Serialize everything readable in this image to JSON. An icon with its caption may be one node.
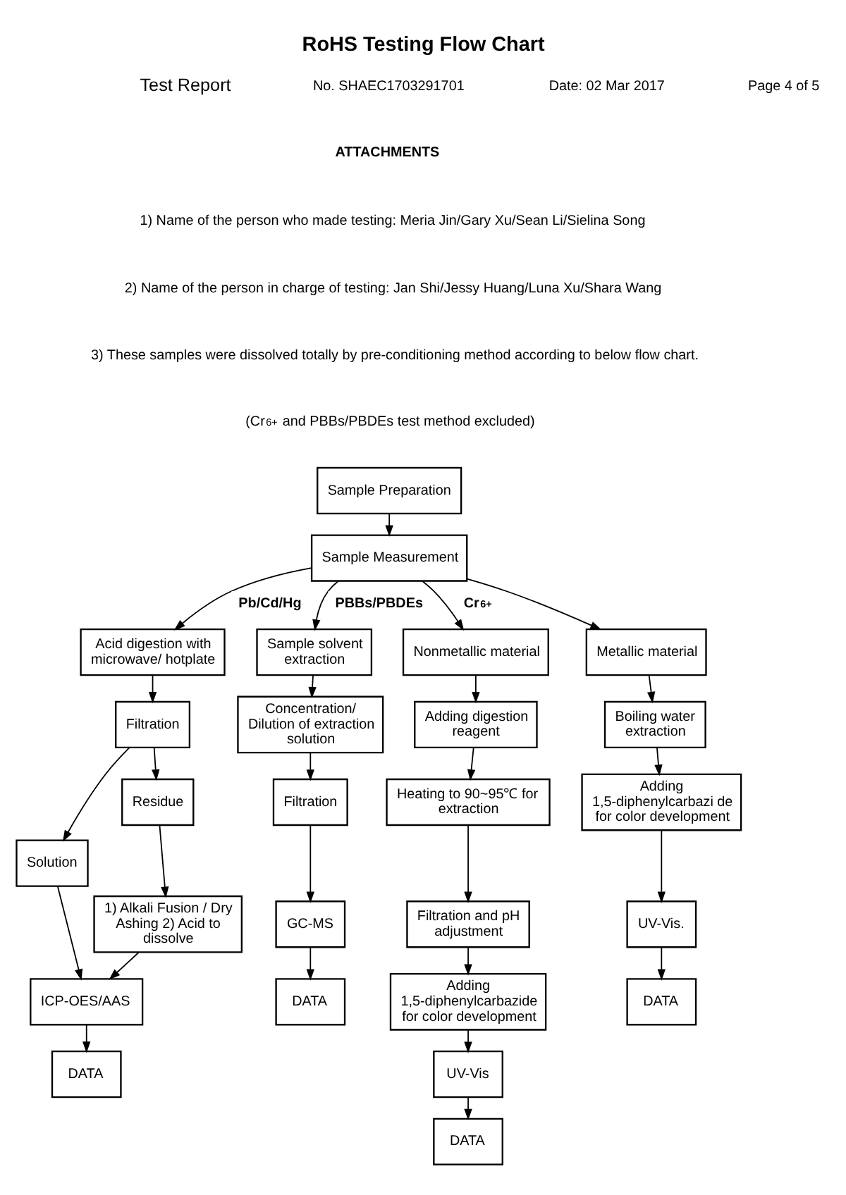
{
  "diagram": {
    "title": "RoHS Testing Flow Chart",
    "nodes": [
      {
        "text": [
          "Sample Preparation"
        ]
      },
      {
        "text": [
          "Sample Measurement"
        ]
      },
      {
        "text": [
          "Acid digestion with microwave/ hotplate"
        ]
      },
      {
        "text": [
          "Filtration"
        ]
      },
      {
        "text": [
          "Solution"
        ]
      },
      {
        "text": [
          "Residue"
        ]
      },
      {
        "text": [
          "1) Alkali Fusion / Dry Ashing 2) Acid to dissolve"
        ]
      },
      {
        "text": [
          "ICP-OES/AAS"
        ]
      },
      {
        "text": [
          "DATA"
        ]
      },
      {
        "text": [
          "Sample solvent extraction"
        ]
      },
      {
        "text": [
          "Concentration/ Dilution of extraction solution"
        ]
      },
      {
        "text": [
          "Filtration"
        ]
      },
      {
        "text": [
          "GC-MS"
        ]
      },
      {
        "text": [
          "DATA"
        ]
      },
      {
        "text": [
          "Nonmetallic material"
        ]
      },
      {
        "text": [
          "Adding digestion reagent"
        ]
      },
      {
        "text": [
          "Heating to 90~95℃ for extraction"
        ]
      },
      {
        "text": [
          "Filtration and pH adjustment"
        ]
      },
      {
        "text": [
          "Adding 1,5-diphenylcarbazide for color development"
        ]
      },
      {
        "text": [
          "UV-Vis"
        ]
      },
      {
        "text": [
          "DATA"
        ]
      },
      {
        "text": [
          "Metallic material"
        ]
      },
      {
        "text": [
          "Boiling water extraction"
        ]
      },
      {
        "text": [
          "Adding 1,5-diphenylcarbazi de for color development"
        ]
      },
      {
        "text": [
          "UV-Vis."
        ]
      },
      {
        "text": [
          "DATA"
        ]
      }
    ],
    "edges": [
      {
        "from": 0,
        "to": 1,
        "arrow": "to"
      },
      {
        "from": 1,
        "to": 2,
        "arrow": "to",
        "label": "Pb/Cd/Hg"
      },
      {
        "from": 1,
        "to": 9,
        "arrow": "to",
        "label": "PBBs/PBDEs"
      },
      {
        "from": 1,
        "to": 14,
        "arrow": "to",
        "label": "Cr$^{6+}$"
      },
      {
        "from": 1,
        "to": 21,
        "arrow": "to"
      },
      {
        "from": 2,
        "to": 3,
        "arrow": "to"
      },
      {
        "from": 3,
        "to": 4,
        "arrow": "to"
      },
      {
        "from": 3,
        "to": 5,
        "arrow": "to"
      },
      {
        "from": 5,
        "to": 6,
        "arrow": "to"
      },
      {
        "from": 4,
        "to": 7,
        "arrow": "to"
      },
      {
        "from": 6,
        "to": 7,
        "arrow": "to"
      },
      {
        "from": 7,
        "to": 8,
        "arrow": "to"
      },
      {
        "from": 9,
        "to": 10,
        "arrow": "to"
      },
      {
        "from": 10,
        "to": 11,
        "arrow": "to"
      },
      {
        "from": 11,
        "to": 12,
        "arrow": "to"
      },
      {
        "from": 12,
        "to": 13,
        "arrow": "to"
      },
      {
        "from": 14,
        "to": 15,
        "arrow": "to"
      },
      {
        "from": 15,
        "to": 16,
        "arrow": "to"
      },
      {
        "from": 16,
        "to": 17,
        "arrow": "to"
      },
      {
        "from": 17,
        "to": 18,
        "arrow": "to"
      },
      {
        "from": 18,
        "to": 19,
        "arrow": "to"
      },
      {
        "from": 19,
        "to": 20,
        "arrow": "to"
      },
      {
        "from": 21,
        "to": 22,
        "arrow": "to"
      },
      {
        "from": 22,
        "to": 23,
        "arrow": "to"
      },
      {
        "from": 23,
        "to": 24,
        "arrow": "to"
      },
      {
        "from": 24,
        "to": 25,
        "arrow": "to"
      }
    ],
    "labels": [
      "Test Report",
      "No. SHAEC1703291701",
      "Date: 02 Mar 2017",
      "Page 4 of 5",
      "ATTACHMENTS",
      "1) Name of the person who made testing: Meria Jin/Gary Xu/Sean Li/Sielina Song",
      "2) Name of the person in charge of testing: Jan Shi/Jessy Huang/Luna Xu/Shara Wang",
      "3) These samples were dissolved totally by pre-conditioning method according to below flow chart.",
      "(Cr$^{6+}$ and PBBs/PBDEs test method excluded)"
    ]
  }
}
